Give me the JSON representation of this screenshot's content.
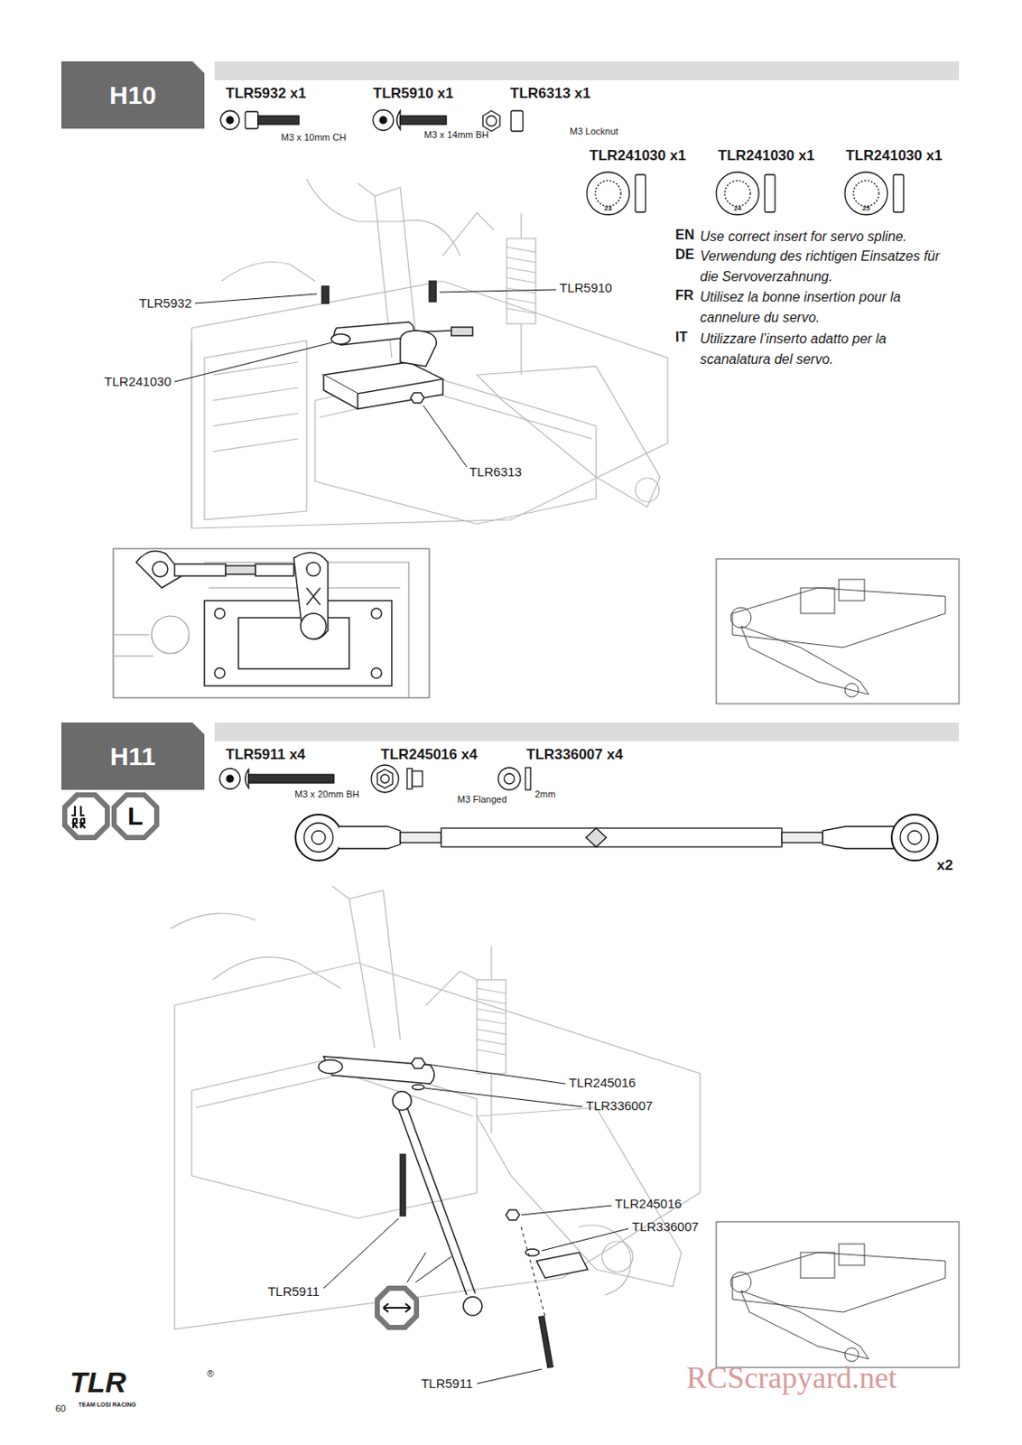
{
  "diagram": {
    "nodes": [
      {
        "text": [
          "H10"
        ]
      },
      {
        "text": [
          "H11"
        ]
      },
      {
        "text": [
          "L"
        ]
      }
    ],
    "labels": [
      "TLR5932 x1",
      "M3 x 10mm CH",
      "TLR5910 x1",
      "M3 x 14mm BH",
      "TLR6313 x1",
      "M3 Locknut",
      "TLR241030 x1",
      "TLR241030 x1",
      "TLR241030 x1",
      "23",
      "24",
      "25",
      "EN",
      "Use correct insert for servo spline.",
      "DE",
      "Verwendung des richtigen Einsatzes für die Servoverzahnung.",
      "FR",
      "Utilisez la bonne insertion pour la cannelure du servo.",
      "IT",
      "Utilizzare l’inserto adatto per la scanalatura del servo.",
      "TLR5932",
      "TLR5910",
      "TLR241030",
      "TLR6313",
      "TLR5911 x4",
      "M3 x 20mm BH",
      "TLR245016 x4",
      "M3 Flanged",
      "TLR336007 x4",
      "2mm",
      "x2",
      "TLR245016",
      "TLR336007",
      "TLR245016",
      "TLR336007",
      "TLR5911",
      "TLR5911",
      "60",
      "TLR",
      "®",
      "TEAM LOSI RACING",
      "RCScrapyard.net"
    ]
  }
}
